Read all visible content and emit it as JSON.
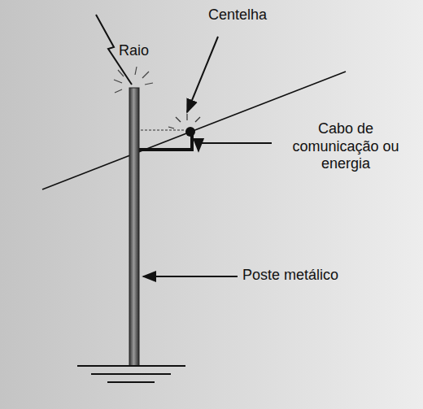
{
  "diagram": {
    "labels": [
      "Raio",
      "Centelha",
      "Cabo de comunicação ou energia",
      "Poste metálico"
    ]
  }
}
